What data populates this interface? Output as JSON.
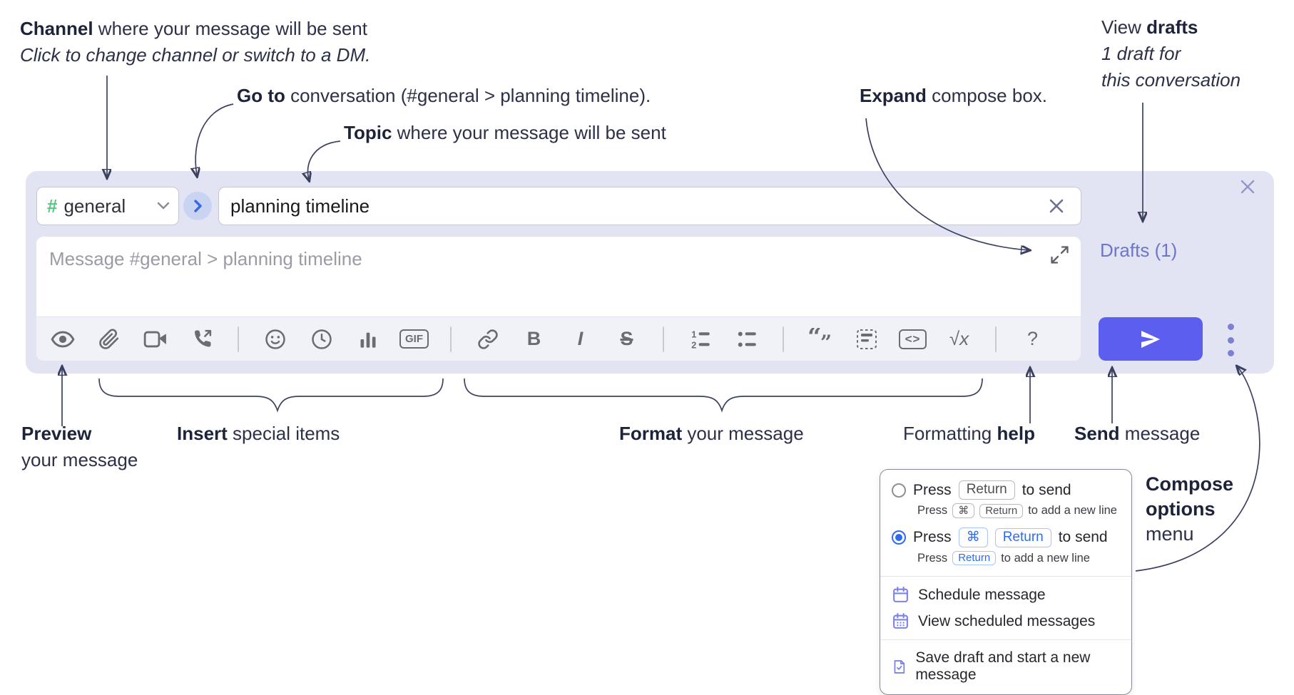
{
  "annotations": {
    "channel": {
      "bold": "Channel",
      "rest": " where your message will be sent",
      "sub": "Click to change channel or switch to a DM."
    },
    "goto": {
      "bold": "Go to",
      "rest": " conversation (#general > planning timeline)."
    },
    "topic": {
      "bold": "Topic",
      "rest": " where your message will be sent"
    },
    "expand": {
      "bold": "Expand",
      "rest": " compose box."
    },
    "view_drafts": {
      "pre": "View ",
      "bold": "drafts",
      "line2": "1 draft for",
      "line3": "this conversation"
    },
    "preview": {
      "bold": "Preview",
      "line2": "your message"
    },
    "insert": {
      "bold": "Insert",
      "rest": " special items"
    },
    "format": {
      "bold": "Format",
      "rest": " your message"
    },
    "formatting_help": {
      "pre": "Formatting ",
      "bold": "help"
    },
    "send": {
      "bold": "Send",
      "rest": " message"
    },
    "compose_options": {
      "line1": "Compose",
      "line2": "options",
      "line3": "menu"
    }
  },
  "compose": {
    "channel": {
      "hash": "#",
      "name": "general"
    },
    "topic_value": "planning timeline",
    "message_placeholder": "Message #general > planning timeline",
    "drafts_link": "Drafts (1)",
    "toolbar": {
      "gif": "GIF",
      "bold": "B",
      "italic": "I",
      "strike": "S",
      "code": "<>",
      "math": "√x",
      "help": "?",
      "icon_names": [
        "preview-eye",
        "attach-paperclip",
        "video-call-camera",
        "voice-call-phone",
        "emoji-smiley",
        "time-clock",
        "poll-bar-chart",
        "gif",
        "link",
        "bold",
        "italic",
        "strikethrough",
        "numbered-list",
        "bulleted-list",
        "quote",
        "spoiler",
        "code",
        "math",
        "help"
      ]
    }
  },
  "popup": {
    "option1": {
      "press": "Press",
      "key": "Return",
      "tail": "to send",
      "sub": {
        "press": "Press",
        "key1": "⌘",
        "key2": "Return",
        "tail": "to add a new line"
      }
    },
    "option2": {
      "press": "Press",
      "key1": "⌘",
      "key2": "Return",
      "tail": "to send",
      "sub": {
        "press": "Press",
        "key": "Return",
        "tail": "to add a new line"
      }
    },
    "items": [
      {
        "label": "Schedule message"
      },
      {
        "label": "View scheduled messages"
      },
      {
        "label": "Save draft and start a new message"
      }
    ]
  },
  "colors": {
    "compose_bg": "#e2e4f3",
    "accent_send": "#5c5ef0",
    "hash_green": "#56c77e",
    "goto_blue": "#3b66e8",
    "drafts_link": "#6d76c8",
    "popup_blue": "#2e6bf0",
    "menu_icon": "#7c83e8",
    "annotation_text": "#2c3048",
    "arrow": "#3c4160"
  }
}
